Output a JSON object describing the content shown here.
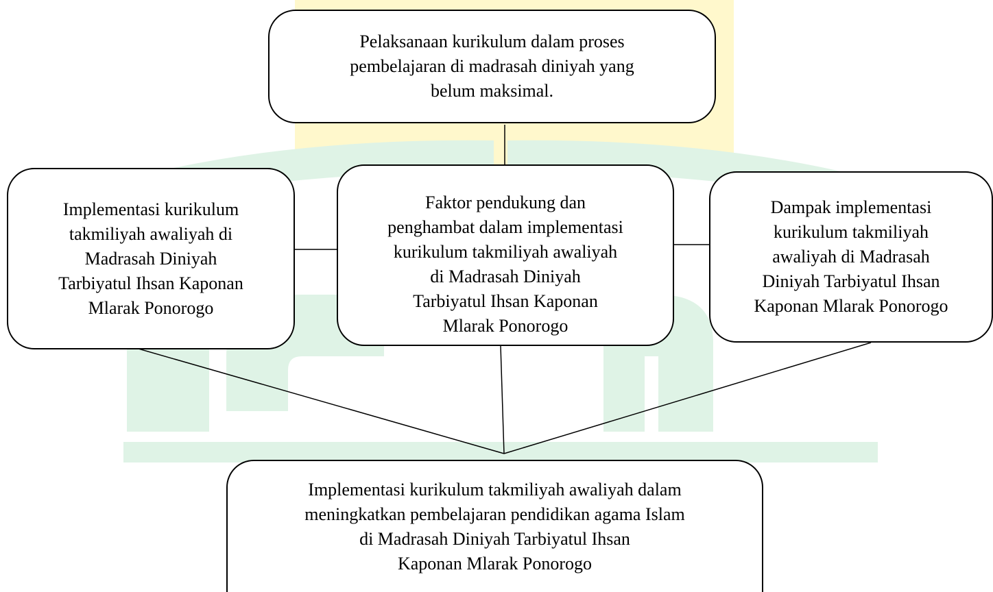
{
  "diagram": {
    "nodes": {
      "top": "Pelaksanaan kurikulum dalam proses\npembelajaran di madrasah diniyah yang\nbelum maksimal.",
      "left": "Implementasi kurikulum\ntakmiliyah awaliyah di\nMadrasah Diniyah\nTarbiyatul Ihsan Kaponan\nMlarak Ponorogo",
      "center": "Faktor pendukung dan\npenghambat dalam implementasi\nkurikulum takmiliyah awaliyah\ndi Madrasah Diniyah\nTarbiyatul Ihsan Kaponan\nMlarak Ponorogo",
      "right": "Dampak implementasi\nkurikulum takmiliyah\nawaliyah di Madrasah\nDiniyah Tarbiyatul Ihsan\nKaponan Mlarak Ponorogo",
      "bottom": "Implementasi kurikulum takmiliyah awaliyah dalam\nmeningkatkan pembelajaran pendidikan agama Islam\ndi Madrasah Diniyah Tarbiyatul Ihsan\nKaponan Mlarak Ponorogo"
    },
    "colors": {
      "watermark_green": "#dff3e6",
      "watermark_yellow": "#fff8cc",
      "line": "#000000"
    }
  }
}
